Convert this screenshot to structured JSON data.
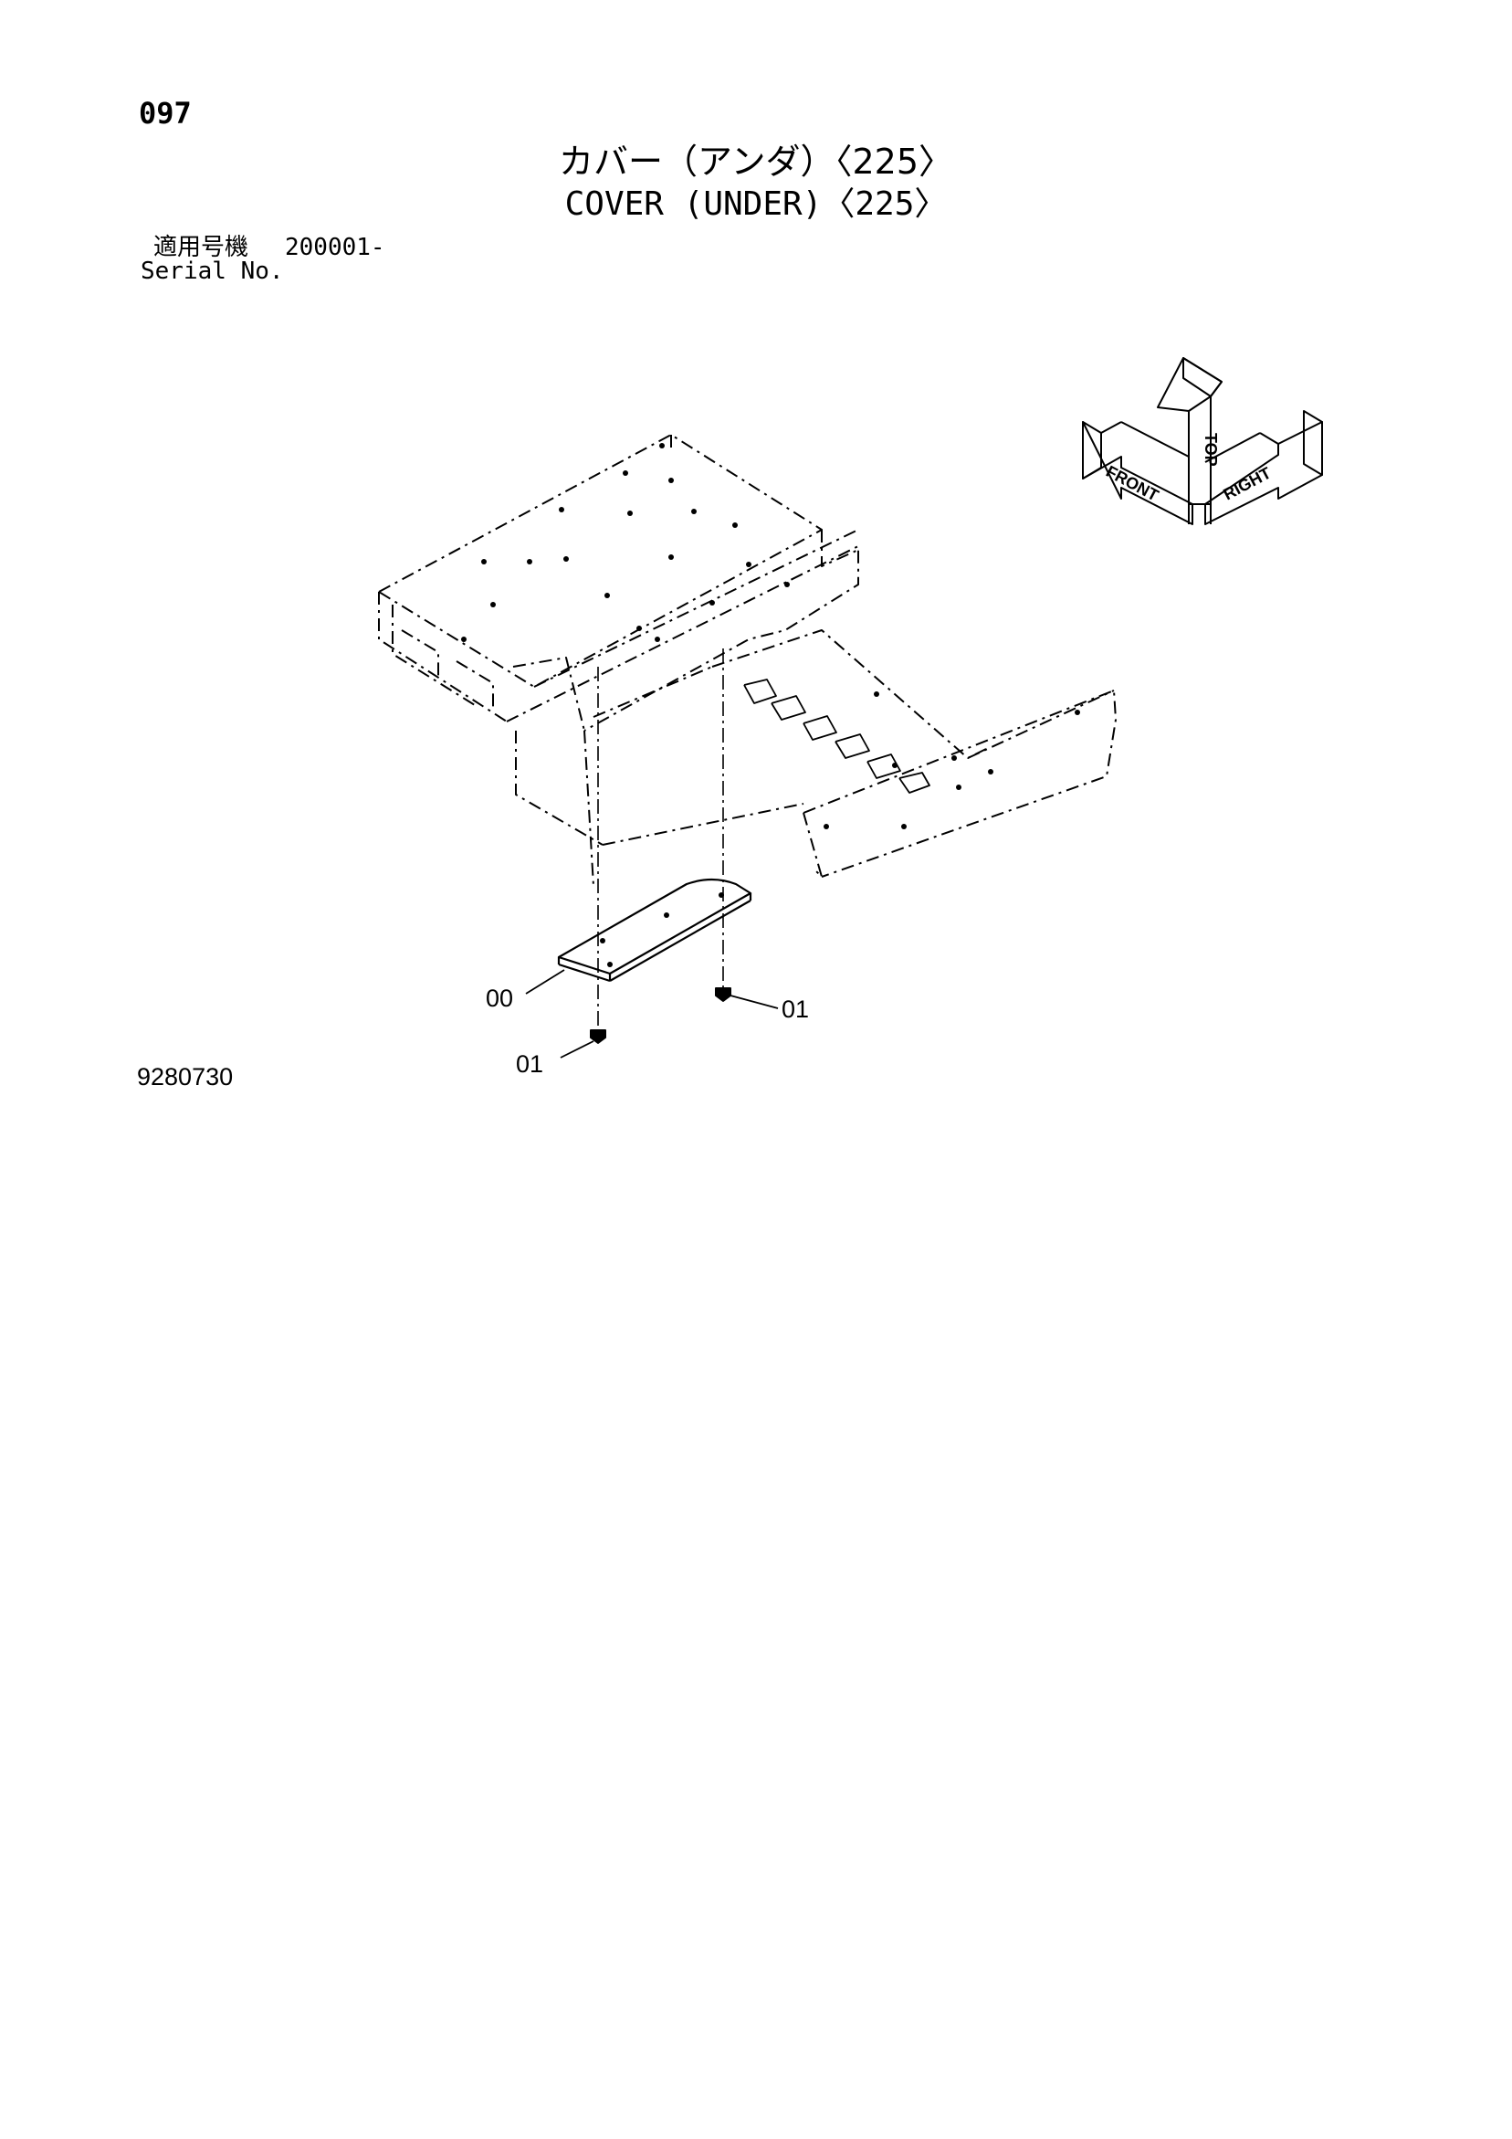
{
  "header": {
    "page_number": "097",
    "title_jp": "カバー（アンダ）〈225〉",
    "title_en": "COVER (UNDER)〈225〉"
  },
  "serial": {
    "label_jp": "適用号機",
    "value": "200001-",
    "label_en": "Serial No."
  },
  "drawing_number": "9280730",
  "callouts": {
    "cover": "00",
    "bolt_right": "01",
    "bolt_left": "01"
  },
  "orientation": {
    "front": "FRONT",
    "top": "TOP",
    "right": "RIGHT"
  }
}
